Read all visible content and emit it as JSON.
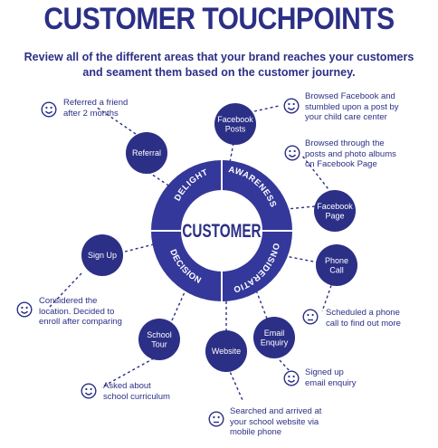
{
  "title": "CUSTOMER TOUCHPOINTS",
  "subtitle": "Review all of the different areas that your brand reaches your customers and seament them based on the customer journey.",
  "center_label": "CUSTOMER",
  "stages": [
    {
      "label": "DELIGHT"
    },
    {
      "label": "AWARENESS"
    },
    {
      "label": "CONSIDERATION"
    },
    {
      "label": "DECISION"
    }
  ],
  "nodes": [
    {
      "label": "Facebook\nPosts"
    },
    {
      "label": "Facebook\nPage"
    },
    {
      "label": "Phone\nCall"
    },
    {
      "label": "Email\nEnquiry"
    },
    {
      "label": "Website"
    },
    {
      "label": "School\nTour"
    },
    {
      "label": "Sign Up"
    },
    {
      "label": "Referral"
    }
  ],
  "annotations": [
    {
      "text": "Referred a friend\nafter 2 months",
      "face": "smile"
    },
    {
      "text": "Browsed Facebook and\nstumbled upon a post by\nyour child care center",
      "face": "smile"
    },
    {
      "text": "Browsed through the\nposts and photo albums\non Facebook Page",
      "face": "smile"
    },
    {
      "text": "Considered the\nlocation. Decided to\nenroll after comparing",
      "face": "smile"
    },
    {
      "text": "Scheduled a phone\ncall to find out more",
      "face": "neutral"
    },
    {
      "text": "Signed up\nemail enquiry",
      "face": "smile"
    },
    {
      "text": "Asked about\nschool curriculum",
      "face": "smile"
    },
    {
      "text": "Searched and arrived at\nyour school website via\nmobile phone",
      "face": "neutral"
    }
  ],
  "colors": {
    "primary": "#2b2f86",
    "ring": "#34389a",
    "white": "#ffffff"
  }
}
